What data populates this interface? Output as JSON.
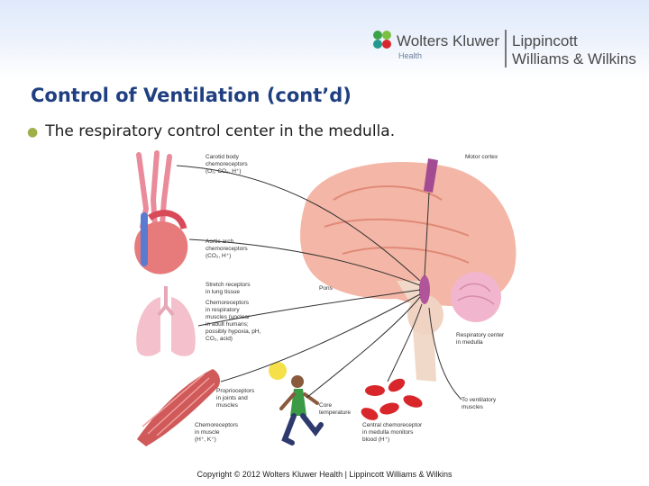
{
  "header": {
    "brand_left": "Wolters Kluwer",
    "brand_left_sub": "Health",
    "brand_right_line1": "Lippincott",
    "brand_right_line2": "Williams & Wilkins"
  },
  "slide": {
    "title": "Control of Ventilation (cont’d)",
    "bullet": "The respiratory control center in the medulla."
  },
  "diagram": {
    "labels": {
      "carotid_1": "Carotid body",
      "carotid_2": "chemoreceptors",
      "carotid_3": "(O₂, CO₂, H⁺)",
      "aortic_1": "Aortic arch",
      "aortic_2": "chemoreceptors",
      "aortic_3": "(CO₂, H⁺)",
      "stretch_1": "Stretch receptors",
      "stretch_2": "in lung tissue",
      "chemo_1": "Chemoreceptors",
      "chemo_2": "in respiratory",
      "chemo_3": "muscles (unclear",
      "chemo_4": "in adult humans;",
      "chemo_5": "possibly hypoxia, pH,",
      "chemo_6": "CO₂, acid)",
      "proprio_1": "Proprioceptors",
      "proprio_2": "in joints and",
      "proprio_3": "muscles",
      "muscle_chemo_1": "Chemoreceptors",
      "muscle_chemo_2": "in muscle",
      "muscle_chemo_3": "(H⁺, K⁺)",
      "core_1": "Core",
      "core_2": "temperature",
      "central_1": "Central chemoreceptor",
      "central_2": "in medulla monitors",
      "central_3": "blood (H⁺)",
      "motor": "Motor cortex",
      "pons": "Pons",
      "resp_1": "Respiratory center",
      "resp_2": "in medulla",
      "vent_1": "To ventilatory",
      "vent_2": "muscles"
    }
  },
  "footer": {
    "copyright": "Copyright © 2012 Wolters Kluwer Health | Lippincott Williams & Wilkins"
  },
  "colors": {
    "title": "#1f3f80",
    "bullet_dot": "#9db04a",
    "header_gradient_top": "#dfe9fb",
    "brain": "#f4b6a6",
    "respiratory_center": "#b0559a"
  }
}
